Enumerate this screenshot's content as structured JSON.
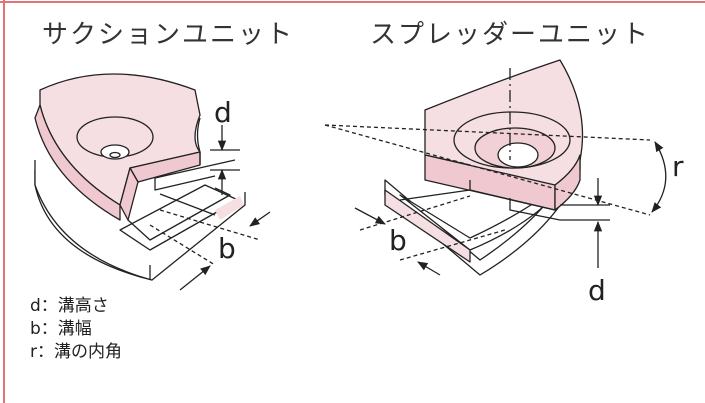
{
  "titles": {
    "left": "サクションユニット",
    "right": "スプレッダーユニット"
  },
  "labels": {
    "left_d": "d",
    "left_b": "b",
    "right_r": "r",
    "right_b": "b",
    "right_d": "d"
  },
  "legend": [
    {
      "key": "d",
      "sep": "：",
      "text": "溝高さ"
    },
    {
      "key": "b",
      "sep": "：",
      "text": "溝幅"
    },
    {
      "key": "r",
      "sep": "：",
      "text": "溝の内角"
    }
  ],
  "colors": {
    "frame_border": "#e57373",
    "part_fill": "#f6dfe3",
    "part_side": "#efc9cf",
    "outline": "#222222",
    "background": "#ffffff"
  }
}
